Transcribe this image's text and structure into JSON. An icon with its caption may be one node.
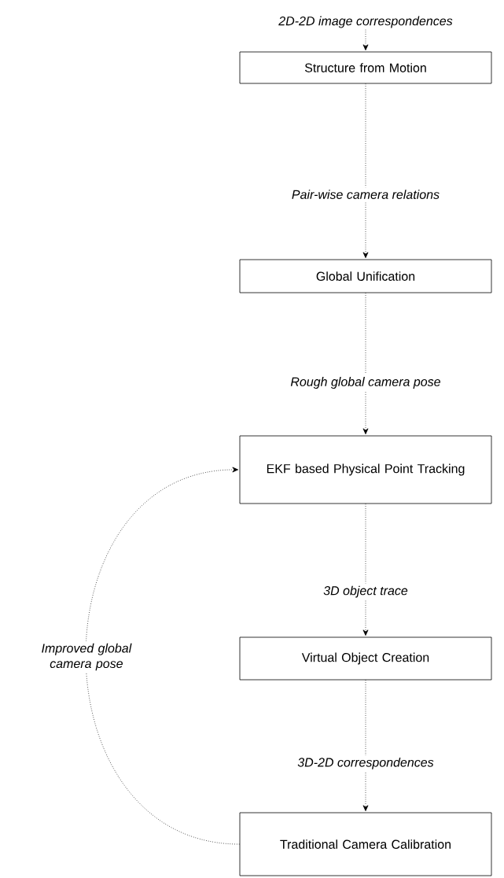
{
  "diagram": {
    "nodes": [
      {
        "text": [
          "2D-2D image correspondences"
        ]
      },
      {
        "text": [
          "Structure from Motion"
        ]
      },
      {
        "text": [
          "Global Unification"
        ]
      },
      {
        "text": [
          "EKF based Physical Point Tracking"
        ]
      },
      {
        "text": [
          "Virtual Object Creation"
        ]
      },
      {
        "text": [
          "Traditional Camera Calibration"
        ]
      }
    ],
    "edges": [
      {
        "from": 0,
        "to": 1,
        "arrow": "to"
      },
      {
        "from": 1,
        "to": 2,
        "arrow": "to",
        "label": "Pair-wise camera relations"
      },
      {
        "from": 2,
        "to": 3,
        "arrow": "to",
        "label": "Rough global camera pose"
      },
      {
        "from": 3,
        "to": 4,
        "arrow": "to",
        "label": "3D object trace"
      },
      {
        "from": 4,
        "to": 5,
        "arrow": "to",
        "label": "3D-2D correspondences"
      },
      {
        "from": 5,
        "to": 3,
        "arrow": "to",
        "label": "Improved global camera pose"
      }
    ]
  }
}
